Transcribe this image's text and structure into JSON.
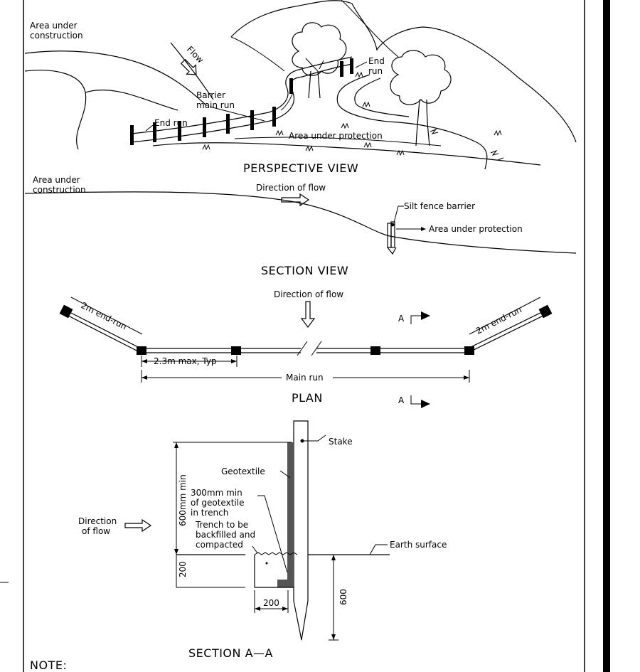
{
  "perspective_view": {
    "title": "PERSPECTIVE VIEW",
    "area_construction": [
      "Area under",
      "construction"
    ],
    "flow": "Flow",
    "barrier_main_run": [
      "Barrier",
      "main run"
    ],
    "end_run_left": "End run",
    "end_run_right": [
      "End",
      "run"
    ],
    "area_protection": "Area under protection"
  },
  "section_view": {
    "title": "SECTION VIEW",
    "area_construction": [
      "Area under",
      "construction"
    ],
    "direction_of_flow": "Direction of flow",
    "silt_fence_barrier": "Silt fence barrier",
    "area_protection": "Area under protection"
  },
  "plan": {
    "title": "PLAN",
    "direction_of_flow": "Direction of flow",
    "end_run_left": "2m end-run",
    "end_run_right": "2m end-run",
    "spacing": "2.3m max, Typ",
    "main_run": "Main run",
    "section_marker_top": "A",
    "section_marker_bottom": "A"
  },
  "section_aa": {
    "title": "SECTION A—A",
    "stake": "Stake",
    "geotextile": "Geotextile",
    "geotextile_trench": [
      "300mm min",
      "of geotextile",
      "in trench"
    ],
    "trench_note": [
      "Trench to be",
      "backfilled and",
      "compacted"
    ],
    "direction_of_flow": [
      "Direction",
      "of flow"
    ],
    "earth_surface": "Earth surface",
    "dim_600_min": "600mm min",
    "dim_200_vertical": "200",
    "dim_200_horizontal": "200",
    "dim_600": "600"
  },
  "note": "NOTE:"
}
